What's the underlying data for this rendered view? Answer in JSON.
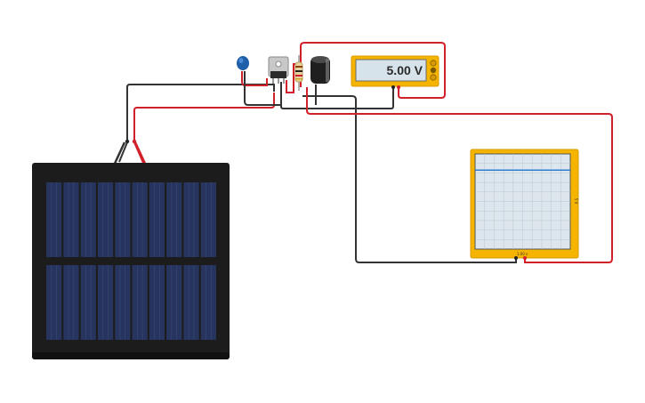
{
  "multimeter": {
    "reading": "5.00 V",
    "body_color": "#f5b400",
    "display_color": "#d7e3ea"
  },
  "oscilloscope": {
    "time_label": "1.00 s",
    "scale_label": "5 V",
    "body_color": "#f5b400",
    "screen_color": "#dde6ec",
    "trace_color": "#2f7fd0",
    "trace_level": 0.17
  },
  "solar_panel": {
    "frame_color": "#1c1c1c",
    "cell_color": "#26345e"
  },
  "wires": {
    "positive_color": "#d0202a",
    "negative_color": "#333333"
  },
  "components": {
    "capacitor_ceramic": "blue-ceramic-capacitor-icon",
    "regulator": "voltage-regulator-icon",
    "resistor": "resistor-icon",
    "capacitor_electrolytic": "electrolytic-capacitor-icon"
  }
}
